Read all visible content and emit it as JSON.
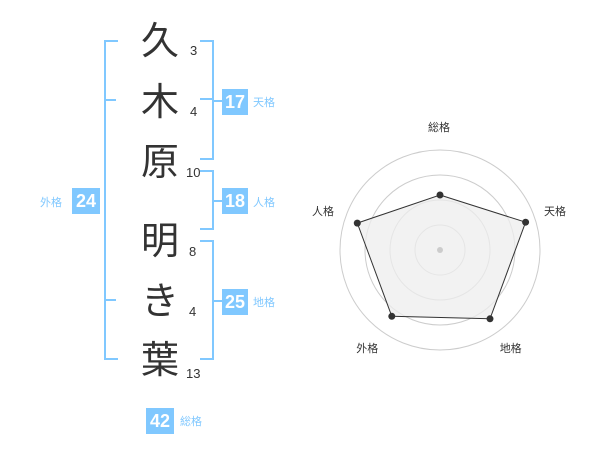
{
  "name_characters": [
    {
      "char": "久",
      "strokes": "3"
    },
    {
      "char": "木",
      "strokes": "4"
    },
    {
      "char": "原",
      "strokes": "10"
    },
    {
      "char": "明",
      "strokes": "8"
    },
    {
      "char": "き",
      "strokes": "4"
    },
    {
      "char": "葉",
      "strokes": "13"
    }
  ],
  "fortune_boxes": {
    "tenkaku": {
      "value": "17",
      "label": "天格"
    },
    "jinkaku": {
      "value": "18",
      "label": "人格"
    },
    "chikaku": {
      "value": "25",
      "label": "地格"
    },
    "gaikaku": {
      "value": "24",
      "label": "外格"
    },
    "soukaku": {
      "value": "42",
      "label": "総格"
    }
  },
  "colors": {
    "accent": "#80c8ff",
    "text": "#333333",
    "radar_fill": "#eeeeee",
    "radar_grid": "#cccccc"
  },
  "chart_data": {
    "type": "radar",
    "categories": [
      "総格",
      "天格",
      "地格",
      "外格",
      "人格"
    ],
    "values": [
      0.55,
      0.9,
      0.85,
      0.82,
      0.87
    ],
    "range": [
      0,
      1
    ]
  }
}
